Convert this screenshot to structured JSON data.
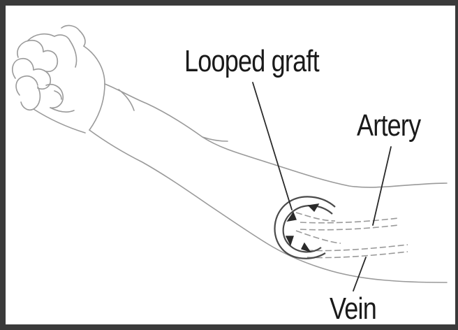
{
  "labels": {
    "looped_graft": "Looped graft",
    "artery": "Artery",
    "vein": "Vein"
  },
  "colors": {
    "outline": "#9a9a9a",
    "graft": "#4a4a4a",
    "leader": "#2a2a2a",
    "frame": "#3a3a3a"
  }
}
